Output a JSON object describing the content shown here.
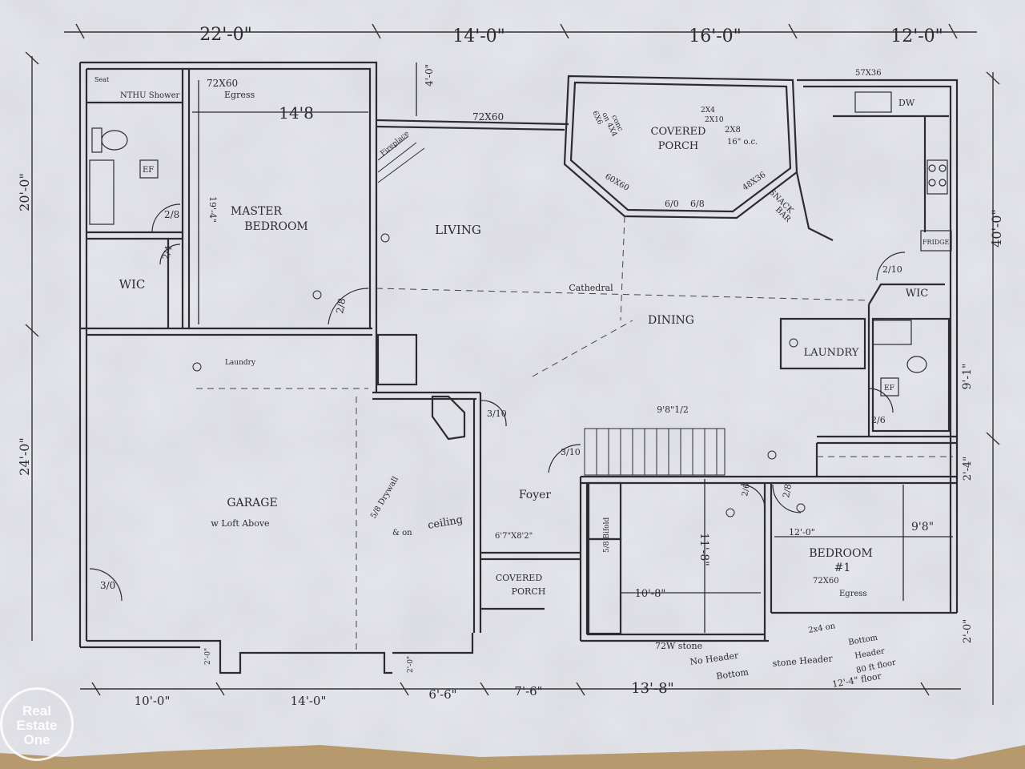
{
  "overall_dims": {
    "top": [
      "22'-0\"",
      "14'-0\"",
      "16'-0\"",
      "12'-0\""
    ],
    "bottom": [
      "10'-0\"",
      "14'-0\"",
      "6'-6\"",
      "7'-6\"",
      "13'-8\""
    ],
    "left": [
      "20'-0\"",
      "24'-0\""
    ],
    "right": [
      "40'-0\"",
      "9'-1\"",
      "2'-4\"",
      "2'-0\""
    ],
    "inner_top": "4'-0\""
  },
  "rooms": {
    "master_bedroom": [
      "MASTER",
      "BEDROOM"
    ],
    "master_width": "14'8",
    "master_depth": "19'-4\"",
    "living": "LIVING",
    "dining": "DINING",
    "cathedral": "Cathedral",
    "covered_porch_top": [
      "COVERED",
      "PORCH"
    ],
    "snack_bar": [
      "SNACK",
      "BAR"
    ],
    "wic_master": "WIC",
    "wic_right": "WIC",
    "laundry": "LAUNDRY",
    "garage": "GARAGE",
    "garage_sub": "w Loft Above",
    "foyer": "Foyer",
    "covered_porch_front": [
      "COVERED",
      "PORCH"
    ],
    "bedroom1": [
      "BEDROOM",
      "#1"
    ],
    "laundry_small": "Laundry",
    "fireplace": "Fireplace",
    "shower": "NTHU Shower",
    "seat": "Seat"
  },
  "annotations": {
    "egress_master": [
      "72X60",
      "Egress"
    ],
    "window_top": "72X60",
    "window_porch": "60X60",
    "window_57": "57X36",
    "dw": "DW",
    "ef_master": "EF",
    "ef_bath": "EF",
    "fridge": "FRIDGE",
    "porch_note1": [
      "6X6",
      "on 4X4",
      "conc"
    ],
    "porch_note2": [
      "2X4",
      "2X10"
    ],
    "porch_note3": [
      "2X8",
      "16\" o.c."
    ],
    "porch_doors": [
      "6/0",
      "6/8"
    ],
    "snack_window": "48X36",
    "door_28a": "2/8",
    "door_24": "2/4",
    "door_28b": "2/8",
    "door_210a": "2/10",
    "door_26": "2/6",
    "door_310a": "3/0",
    "door_310b": "3/10",
    "door_310c": "3/10",
    "door_26b": "2/6",
    "door_28c": "2/8",
    "hall_dim": "9'8\"1/2",
    "drywall_note": [
      "5/8 Drywall",
      "& on",
      "ceiling"
    ],
    "porch_dim": "6'7\"X8'2\"",
    "bed_closet": [
      "5/8 Bifold"
    ],
    "closet_dim": "12'-0\"",
    "bed_width": "9'8\"",
    "bed_egress": [
      "72X60",
      "Egress"
    ],
    "hall_len": "11'-8\"",
    "hall_width": "10'-8\"",
    "footing_note": [
      "72W stone",
      "No Header",
      "Bottom",
      "stone Header"
    ],
    "floor_note": [
      "2x4 on",
      "Bottom",
      "Header",
      "80 ft floor",
      "12'-4\" floor"
    ],
    "step_2": "2'-0\"",
    "step_2b": "2'-0\""
  },
  "watermark": [
    "Real",
    "Estate",
    "One"
  ],
  "colors": {
    "paper": "#e8e8ec",
    "ink": "#2b2b30",
    "board": "#b69a6e"
  }
}
